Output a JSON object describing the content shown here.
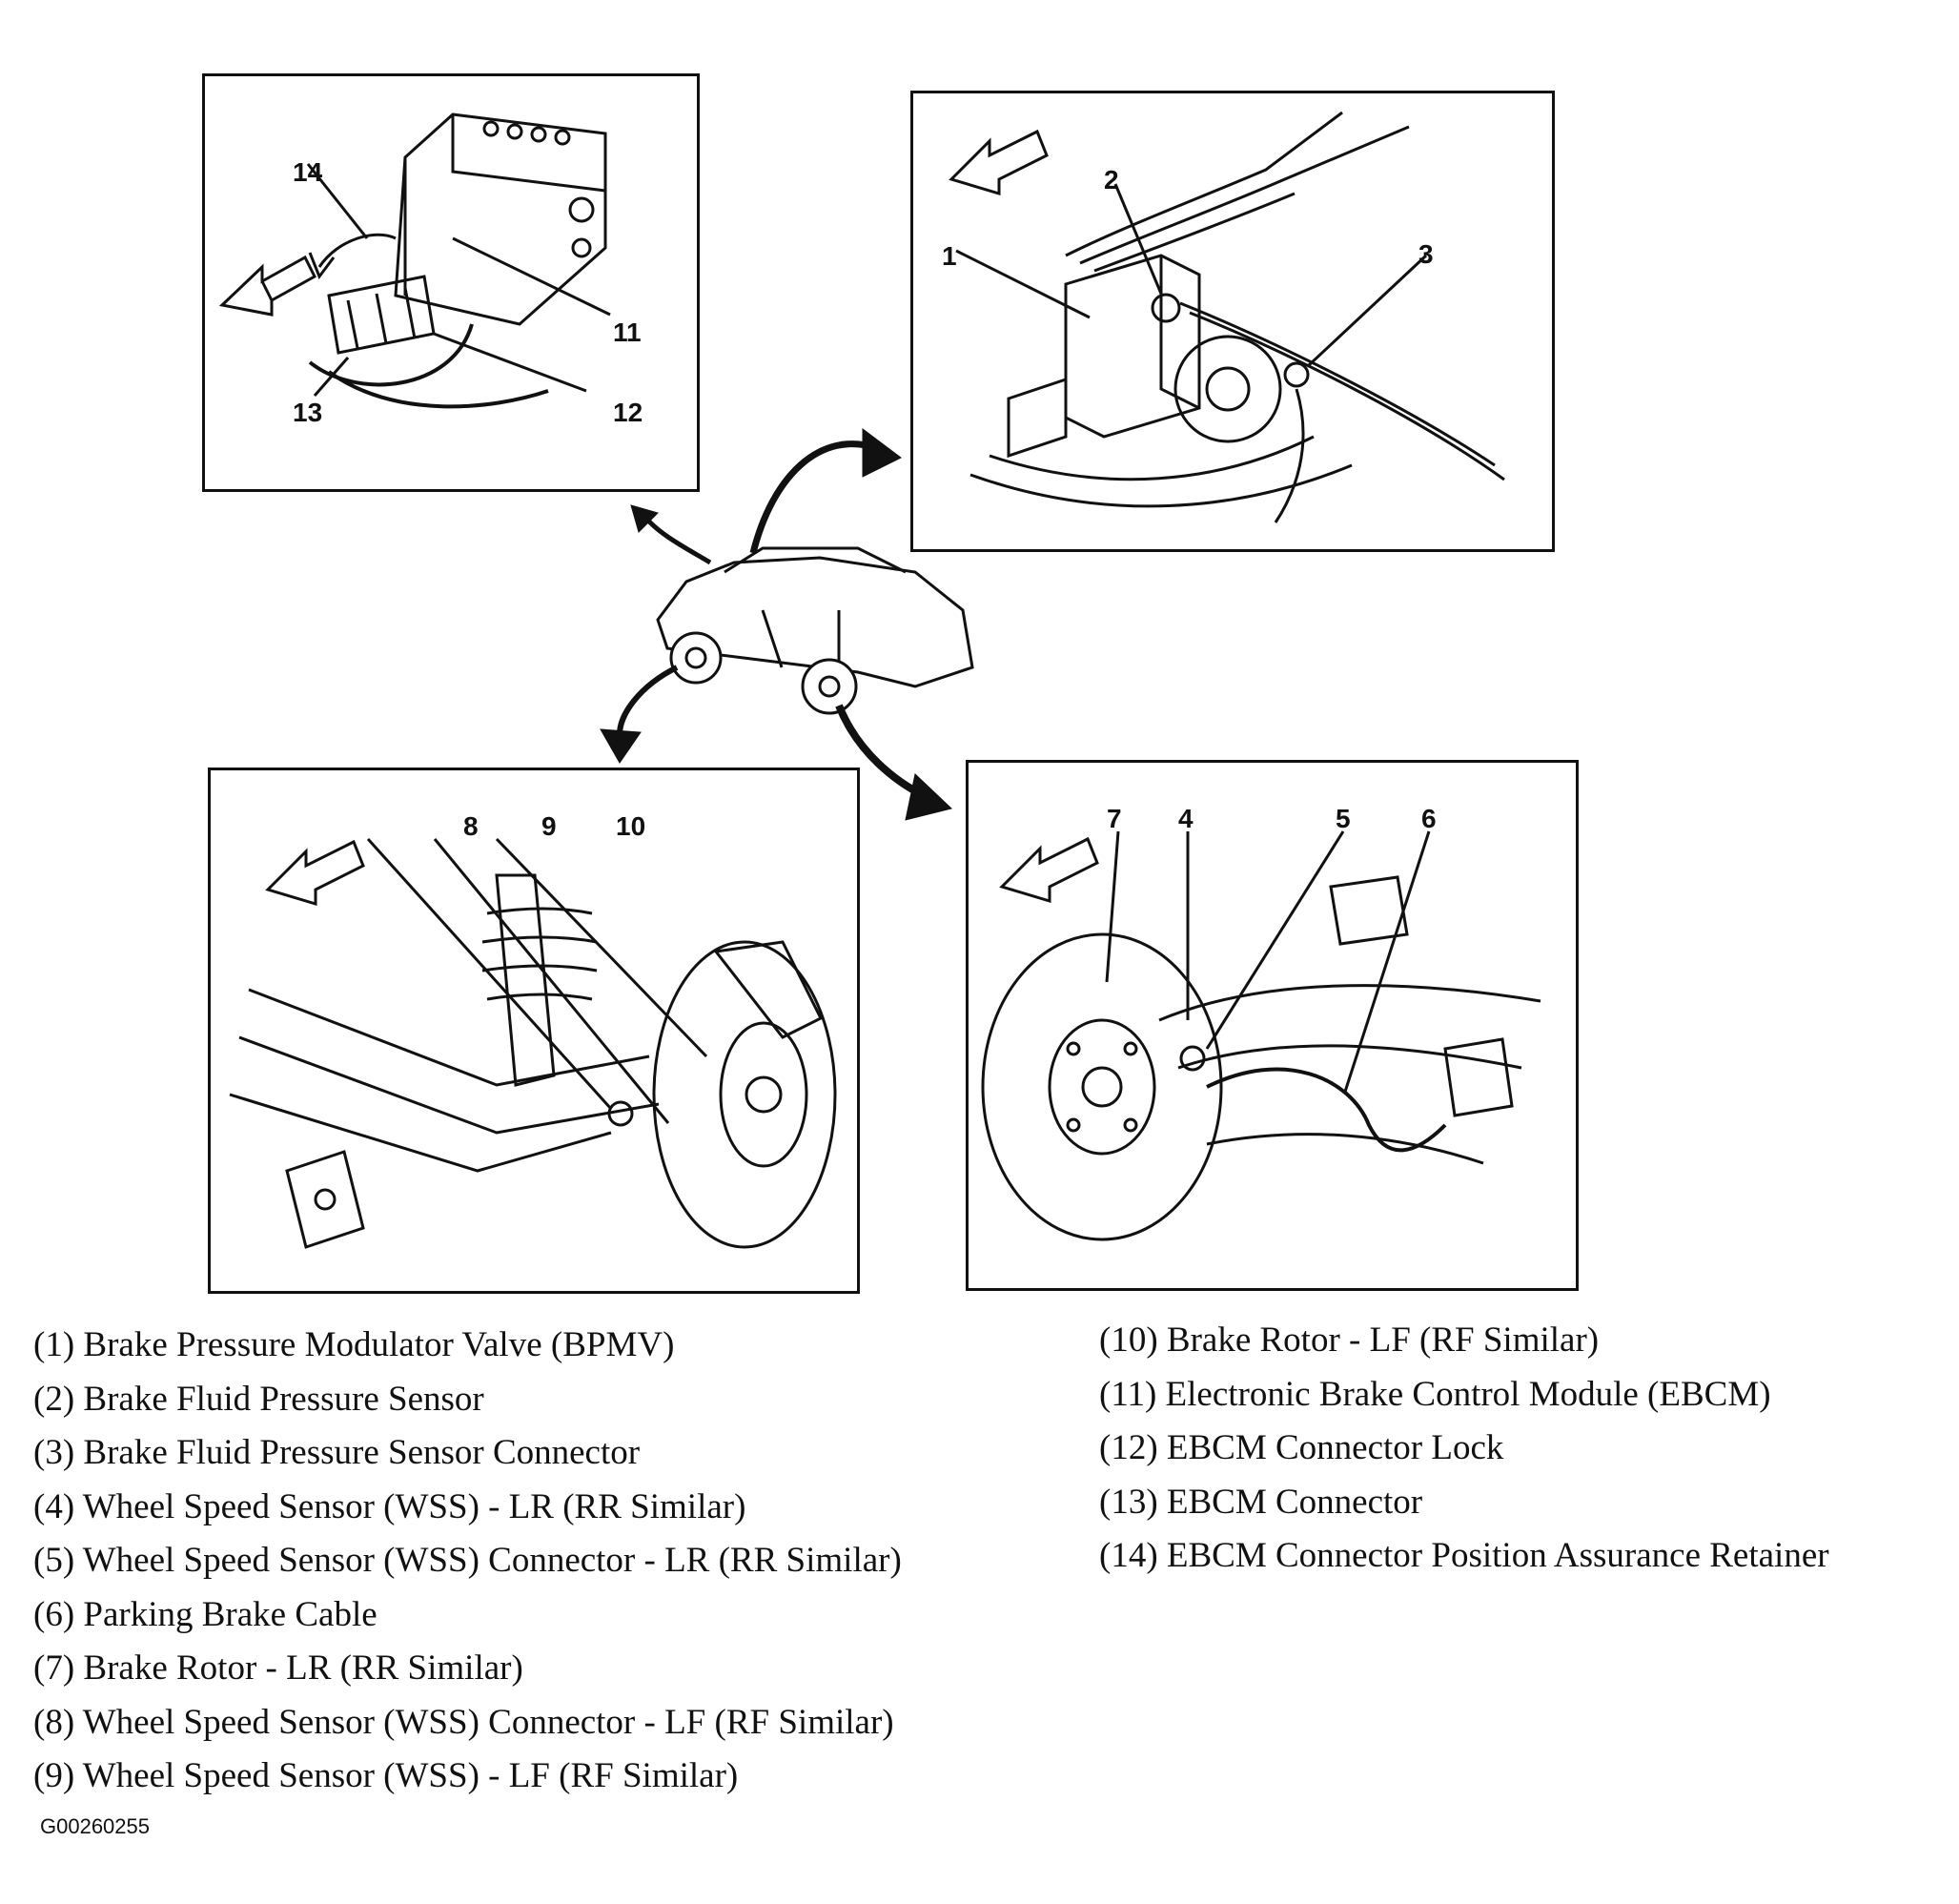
{
  "panels": {
    "ebcm": {
      "callouts": [
        "14",
        "11",
        "12",
        "13"
      ]
    },
    "bpmv": {
      "callouts": [
        "2",
        "1",
        "3"
      ]
    },
    "front_wheel": {
      "callouts": [
        "8",
        "9",
        "10"
      ]
    },
    "rear_wheel": {
      "callouts": [
        "7",
        "4",
        "5",
        "6"
      ]
    }
  },
  "legend": {
    "left": [
      "(1)  Brake Pressure Modulator Valve (BPMV)",
      "(2)  Brake Fluid Pressure Sensor",
      "(3)  Brake Fluid Pressure Sensor Connector",
      "(4)  Wheel Speed Sensor (WSS) - LR (RR Similar)",
      "(5)  Wheel Speed Sensor (WSS) Connector - LR (RR Similar)",
      "(6)  Parking Brake Cable",
      "(7)  Brake Rotor - LR (RR Similar)",
      "(8)  Wheel Speed Sensor (WSS) Connector - LF (RF Similar)",
      "(9)  Wheel Speed Sensor (WSS) - LF (RF Similar)"
    ],
    "right": [
      "(10) Brake Rotor - LF (RF Similar)",
      "(11) Electronic Brake Control Module (EBCM)",
      "(12) EBCM Connector Lock",
      "(13) EBCM Connector",
      "(14) EBCM Connector Position Assurance Retainer"
    ]
  },
  "figure_id": "G00260255"
}
